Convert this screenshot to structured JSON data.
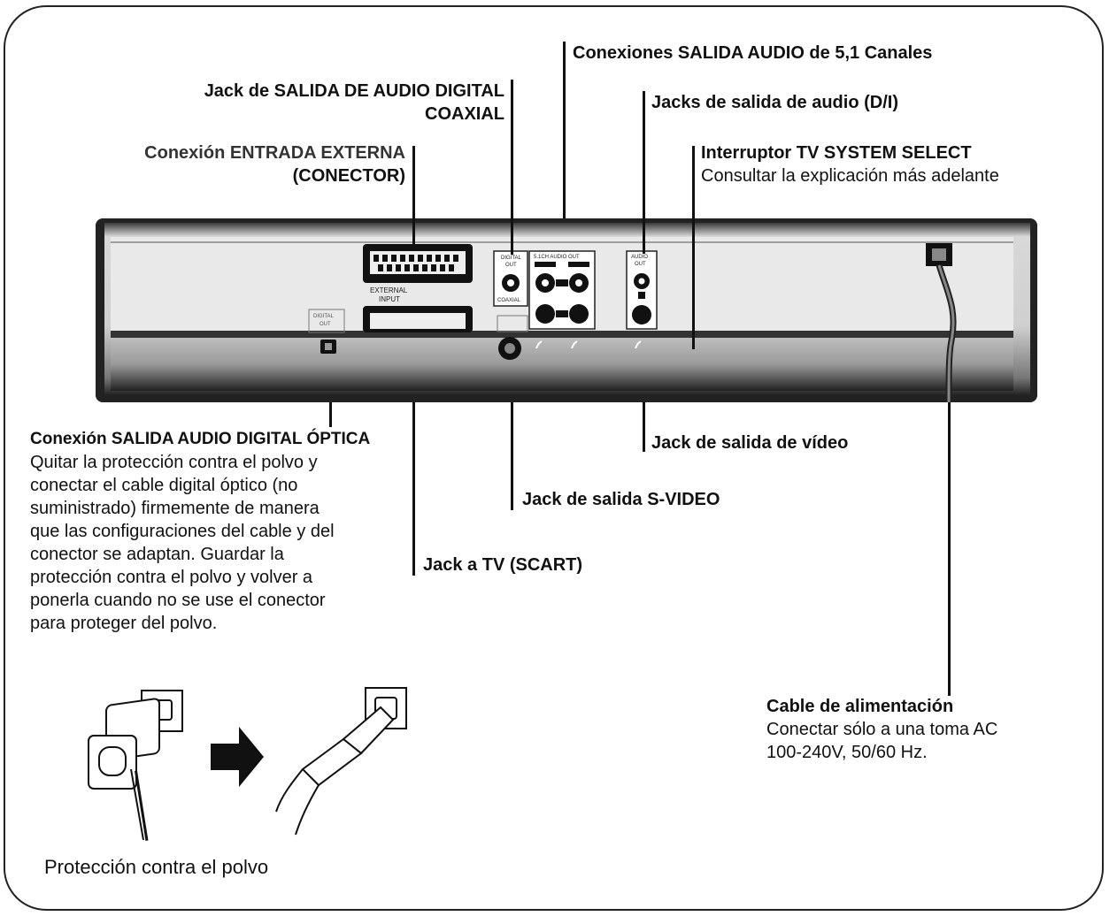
{
  "labels": {
    "coaxial_line1": "Jack de SALIDA DE AUDIO DIGITAL",
    "coaxial_line2": "COAXIAL",
    "scart_in_line1": "Conexión ENTRADA EXTERNA",
    "scart_in_line2": "(CONECTOR)",
    "audio51": "Conexiones SALIDA AUDIO de 5,1 Canales",
    "audio_lr": "Jacks de salida de audio (D/I)",
    "tv_system_title": "Interruptor TV SYSTEM SELECT",
    "tv_system_desc": "Consultar la explicación más adelante",
    "optical_title": "Conexión SALIDA AUDIO DIGITAL ÓPTICA",
    "optical_desc": [
      "Quitar la protección contra el polvo y",
      "conectar el cable digital óptico (no",
      "suministrado) firmemente de manera",
      "que las configuraciones del cable y del",
      "conector se adaptan. Guardar la",
      "protección contra el polvo y volver a",
      "ponerla cuando no se use el conector",
      "para proteger del polvo."
    ],
    "video_out": "Jack de salida de vídeo",
    "svideo_out": "Jack de salida S-VIDEO",
    "scart_tv": "Jack a TV (SCART)",
    "power_title": "Cable de alimentación",
    "power_line1": "Conectar sólo a una toma AC",
    "power_line2": "100-240V, 50/60 Hz.",
    "dust_cap": "Protección contra el polvo"
  },
  "panel_labels": {
    "digital_out": "DIGITAL",
    "out": "OUT",
    "coaxial": "COAXIAL",
    "ch51": "5.1CH AUDIO OUT",
    "audio": "AUDIO",
    "external": "EXTERNAL",
    "input": "INPUT"
  }
}
